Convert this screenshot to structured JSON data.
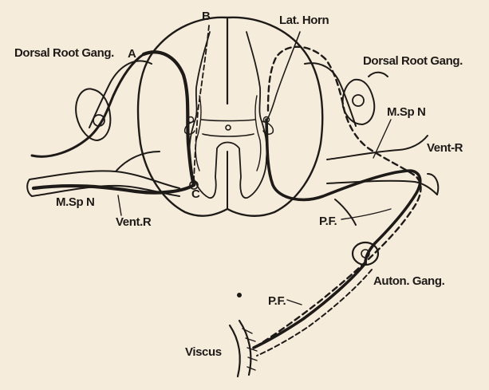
{
  "labels": {
    "b": "B",
    "lat_horn": "Lat. Horn",
    "drg_left": "Dorsal Root Gang.",
    "a": "A",
    "drg_right": "Dorsal Root Gang.",
    "msp_n_right": "M.Sp N",
    "vent_r_right": "Vent-R",
    "c": "C",
    "msp_n_left": "M.Sp N",
    "vent_r_left": "Vent.R",
    "pf_upper": "P.F.",
    "auton_gang": "Auton. Gang.",
    "pf_lower": "P.F.",
    "viscus": "Viscus"
  },
  "colors": {
    "paper": "#f6ecdc",
    "ink": "#1d1a17"
  }
}
